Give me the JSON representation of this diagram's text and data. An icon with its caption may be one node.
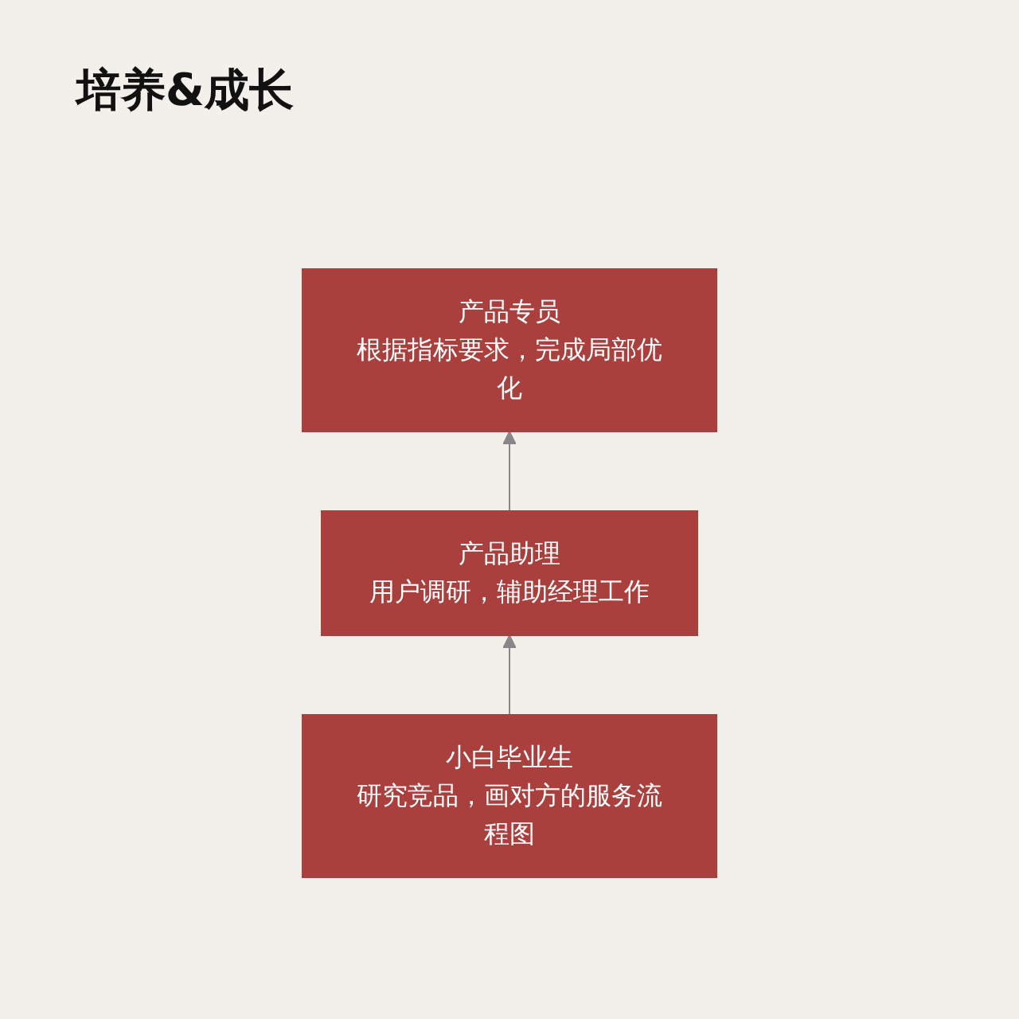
{
  "diagram": {
    "title": "培养&成长",
    "nodes": [
      {
        "text": [
          "产品专员",
          "根据指标要求，完成局部优化"
        ]
      },
      {
        "text": [
          "产品助理",
          "用户调研，辅助经理工作"
        ]
      },
      {
        "text": [
          "小白毕业生",
          "研究竞品，画对方的服务流程图"
        ]
      }
    ],
    "edges": [
      {
        "from": 2,
        "to": 1,
        "arrow": "to"
      },
      {
        "from": 1,
        "to": 0,
        "arrow": "to"
      }
    ]
  }
}
